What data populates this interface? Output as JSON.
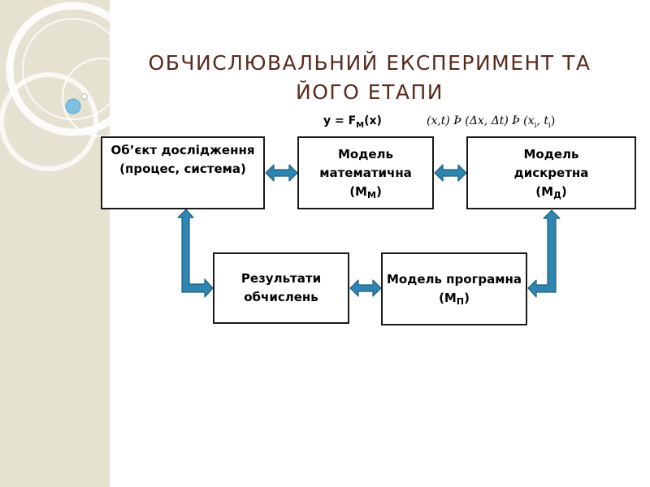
{
  "title": {
    "line1": "ОБЧИСЛЮВАЛЬНИЙ  ЕКСПЕРИМЕНТ  ТА",
    "line2": "ЙОГО  ЕТАПИ"
  },
  "formulas": {
    "model_function": "y = F",
    "model_function_sub": "M",
    "model_function_arg": "(x)",
    "discretization": "(x,t) Þ (Δx, Δt) Þ (x",
    "discretization_sub1": "i",
    "discretization_mid": ", t",
    "discretization_sub2": "i",
    "discretization_end": ")"
  },
  "boxes": {
    "object": "Об’єкт дослідження (процес, система)",
    "math_model": "Модель математична (М",
    "math_model_sub": "М",
    "math_model_end": ")",
    "discrete_model": "Модель дискретна (М",
    "discrete_model_sub": "Д",
    "discrete_model_end": ")",
    "results": "Результати обчислень",
    "program_model": "Модель програмна (М",
    "program_model_sub": "П",
    "program_model_end": ")"
  },
  "colors": {
    "title": "#5a2a1e",
    "arrow_fill": "#2e86b0",
    "arrow_stroke": "#1c5f80",
    "box_border": "#1a1a1a",
    "left_strip": "#e6e2d2"
  }
}
